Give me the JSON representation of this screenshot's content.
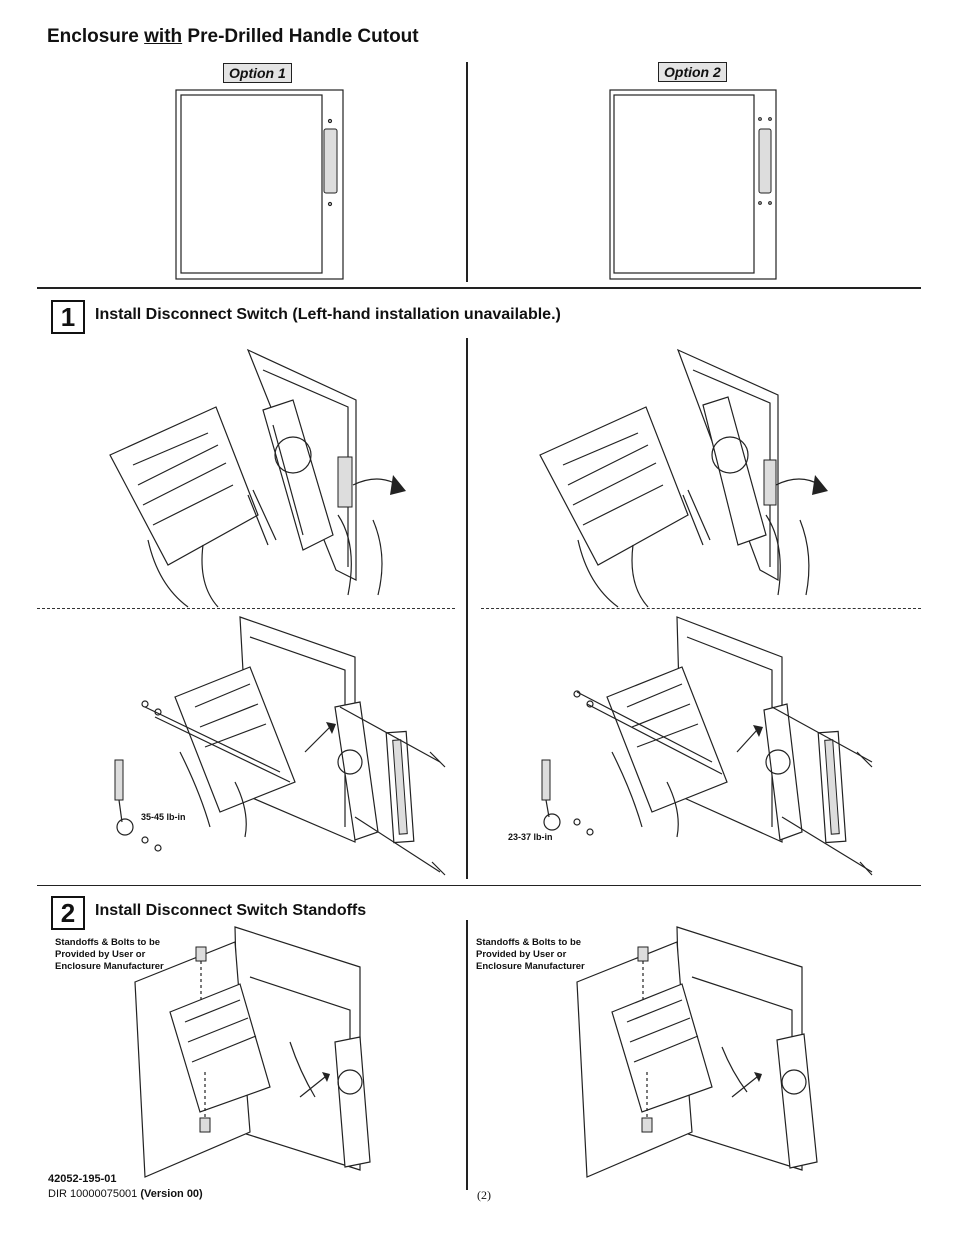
{
  "header": {
    "title_pre": "Enclosure ",
    "title_underlined": "with",
    "title_post": " Pre-Drilled Handle Cutout"
  },
  "options": {
    "option1": "Option 1",
    "option2": "Option 2"
  },
  "step1": {
    "number": "1",
    "title": "Install Disconnect Switch (Left-hand installation unavailable.)",
    "torque_left": "35-45 lb-in",
    "torque_right": "23-37 lb-in"
  },
  "step2": {
    "number": "2",
    "title": "Install Disconnect Switch Standoffs",
    "note_left": [
      "Standoffs & Bolts to be",
      "Provided by User or",
      "Enclosure Manufacturer"
    ],
    "note_right": [
      "Standoffs & Bolts to be",
      "Provided by User or",
      "Enclosure Manufacturer"
    ]
  },
  "footer": {
    "part_number": "42052-195-01",
    "dir_prefix": "DIR 10000075001 ",
    "dir_version": "(Version 00)",
    "page": "(2)"
  }
}
